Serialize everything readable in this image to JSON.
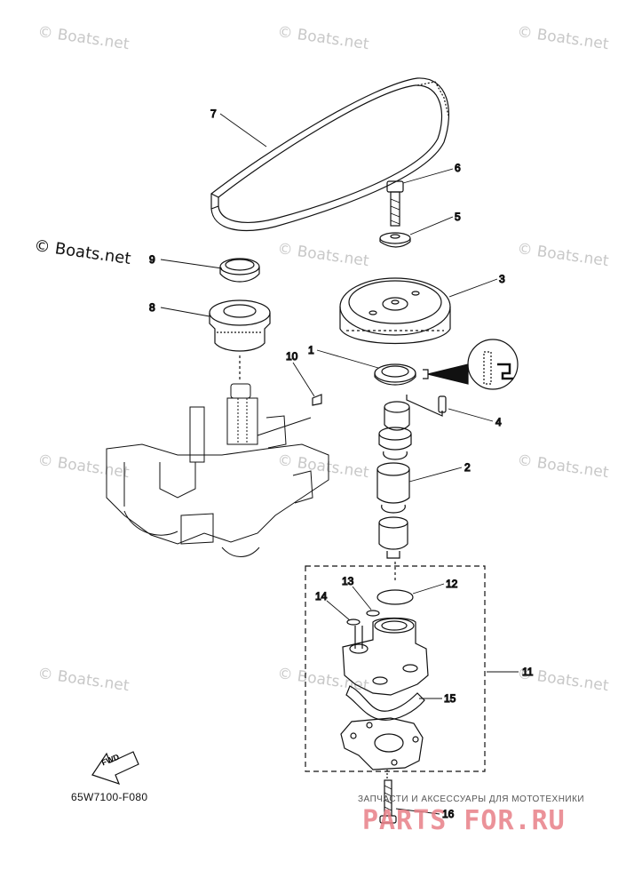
{
  "watermark_text": "© Boats.net",
  "copyright_text": "© Boats.net",
  "drawing_code": "65W7100-F080",
  "fwd_label": "FWD",
  "promo_text": "ЗАПЧАСТИ И АКСЕССУАРЫ ДЛЯ МОТОТЕХНИКИ",
  "brand_text": "PARTS FOR.RU",
  "callouts": [
    "1",
    "2",
    "3",
    "4",
    "5",
    "6",
    "7",
    "8",
    "9",
    "10",
    "11",
    "12",
    "13",
    "14",
    "15",
    "16"
  ],
  "colors": {
    "line": "#111111",
    "watermark": "#c8c8c8",
    "brand": "#e88088"
  }
}
